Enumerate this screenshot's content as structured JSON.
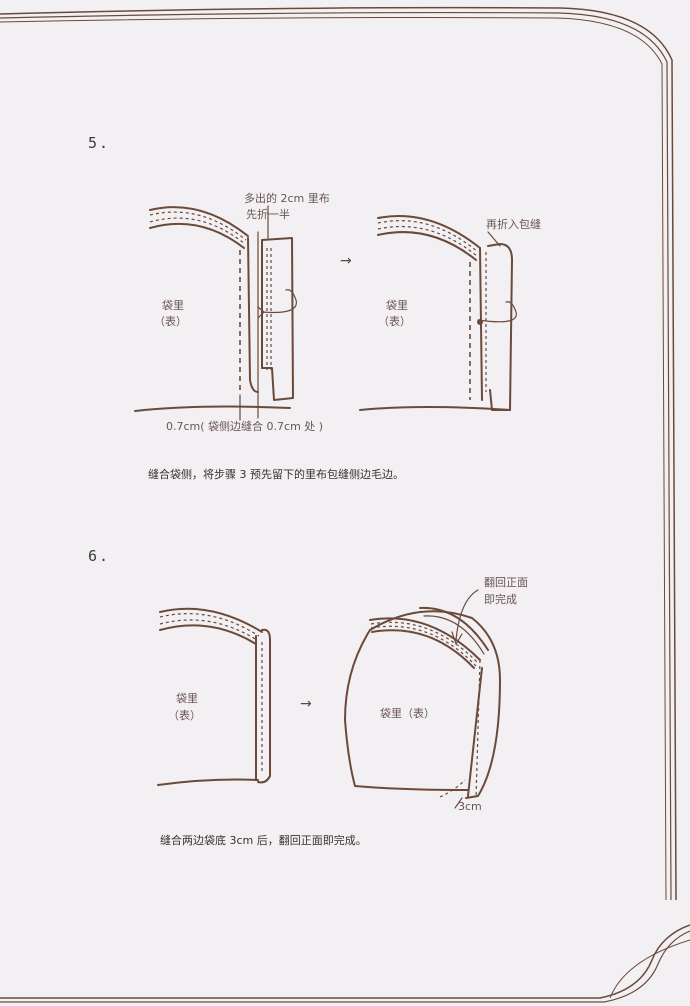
{
  "steps": [
    {
      "number": "5.",
      "labels": {
        "extra_lining_line1": "多出的 2cm 里布",
        "extra_lining_line2": "先折一半",
        "fold_again": "再折入包缝",
        "bag_inside_left_line1": "袋里",
        "bag_inside_left_line2": "（表）",
        "bag_inside_right_line1": "袋里",
        "bag_inside_right_line2": "（表）",
        "seam_note": "0.7cm( 袋侧边缝合 0.7cm 处 )",
        "arrow": "→"
      },
      "caption": "缝合袋侧，将步骤 3 预先留下的里布包缝侧边毛边。"
    },
    {
      "number": "6.",
      "labels": {
        "turn_right_side_line1": "翻回正面",
        "turn_right_side_line2": "即完成",
        "bag_inside_left_line1": "袋里",
        "bag_inside_left_line2": "（表）",
        "bag_inside_right": "袋里（表）",
        "bottom_width": "3cm",
        "arrow": "→"
      },
      "caption": "缝合两边袋底 3cm 后，翻回正面即完成。"
    }
  ]
}
